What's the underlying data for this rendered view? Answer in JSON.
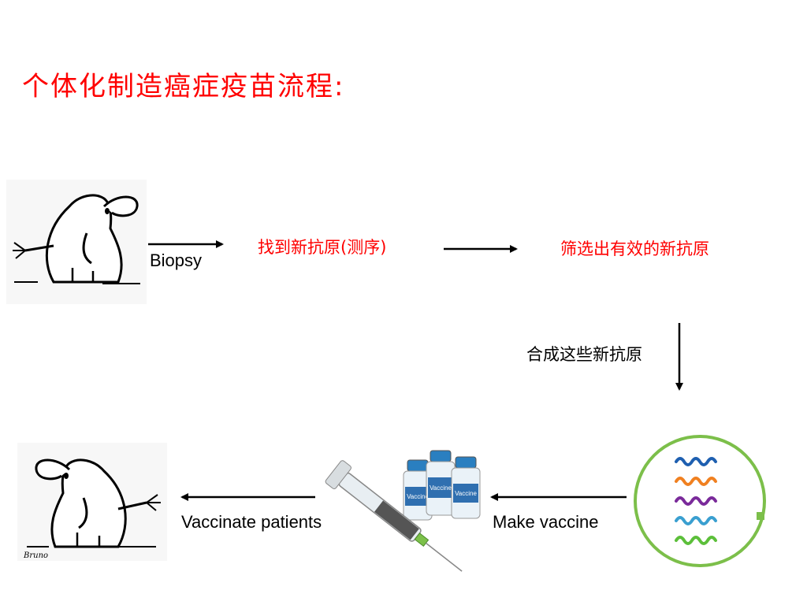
{
  "title": "个体化制造癌症疫苗流程:",
  "steps": {
    "biopsy": "Biopsy",
    "find_antigens": "找到新抗原(测序)",
    "screen_antigens": "筛选出有效的新抗原",
    "synthesize": "合成这些新抗原",
    "make_vaccine": "Make vaccine",
    "vaccinate": "Vaccinate patients"
  },
  "images": {
    "patient_before": "cartoon-patient-icon",
    "peptides": "peptide-coils-icon",
    "vaccine": "syringe-and-vials-icon",
    "patient_after": "cartoon-patient-icon"
  },
  "vial_labels": [
    "Vaccine",
    "Vaccine",
    "Vaccine"
  ],
  "artist_signature": "Bruno",
  "colors": {
    "title": "#ff0000",
    "highlight_text": "#ff0000",
    "text": "#000000",
    "peptide_colors": [
      "#1e5fb0",
      "#f08020",
      "#7a2a9a",
      "#3a9fd0",
      "#5cbf3a"
    ]
  }
}
